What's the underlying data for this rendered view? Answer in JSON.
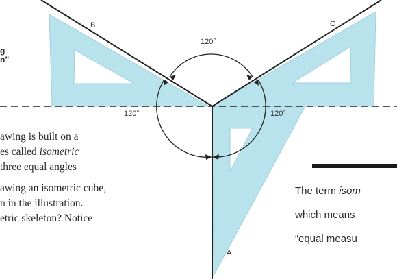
{
  "left_fragments": {
    "line1": "g",
    "line2": "n”"
  },
  "body_lines": [
    {
      "lead": "awing is built on a",
      "em": "",
      "tail": ""
    },
    {
      "lead": "es called ",
      "em": "isometric",
      "tail": ""
    },
    {
      "lead": " three equal angles",
      "em": "",
      "tail": ""
    },
    {
      "lead": "awing an isometric cube,",
      "em": "",
      "tail": ""
    },
    {
      "lead": "n in the illustration.",
      "em": "",
      "tail": ""
    },
    {
      "lead": "etric skeleton? Notice",
      "em": "",
      "tail": ""
    }
  ],
  "sidebar_lines": [
    {
      "lead": "The term ",
      "em": "isom",
      "tail": ""
    },
    {
      "lead": "which means",
      "em": "",
      "tail": ""
    },
    {
      "lead": "“equal measu",
      "em": "",
      "tail": ""
    }
  ],
  "diagram": {
    "labels": {
      "a": "A",
      "b": "B",
      "c": "C",
      "angle_top": "120°",
      "angle_left": "120°",
      "angle_right": "120°"
    },
    "colors": {
      "triangle_fill": "#b9e3ec",
      "triangle_edge": "#9fd0dc",
      "line": "#222222",
      "dash": "#222222"
    }
  }
}
